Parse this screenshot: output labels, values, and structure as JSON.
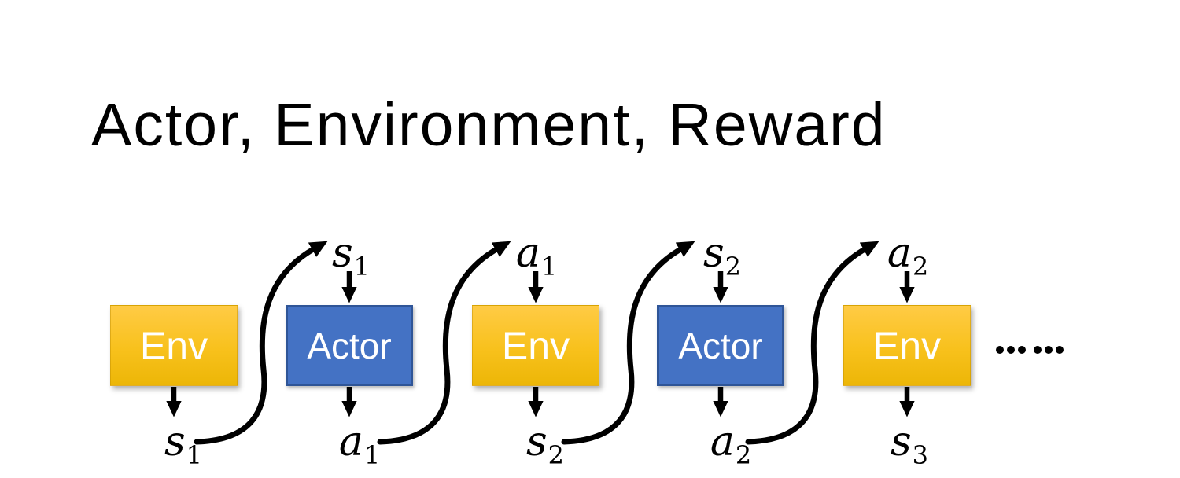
{
  "slide": {
    "title": "Actor, Environment, Reward",
    "ellipsis": "……"
  },
  "boxes": [
    {
      "label": "Env",
      "type": "env"
    },
    {
      "label": "Actor",
      "type": "actor"
    },
    {
      "label": "Env",
      "type": "env"
    },
    {
      "label": "Actor",
      "type": "actor"
    },
    {
      "label": "Env",
      "type": "env"
    }
  ],
  "top_labels": [
    {
      "base": "s",
      "sub": "1"
    },
    {
      "base": "a",
      "sub": "1"
    },
    {
      "base": "s",
      "sub": "2"
    },
    {
      "base": "a",
      "sub": "2"
    }
  ],
  "bottom_labels": [
    {
      "base": "s",
      "sub": "1"
    },
    {
      "base": "a",
      "sub": "1"
    },
    {
      "base": "s",
      "sub": "2"
    },
    {
      "base": "a",
      "sub": "2"
    },
    {
      "base": "s",
      "sub": "3"
    }
  ],
  "colors": {
    "env_gradient_top": "#FFCB45",
    "env_gradient_bottom": "#ECB607",
    "actor_fill": "#4472C4",
    "actor_border": "#2F5597",
    "arrow": "#000000",
    "background": "#FFFFFF",
    "text_on_box": "#FFFFFF",
    "title_text": "#000000"
  }
}
